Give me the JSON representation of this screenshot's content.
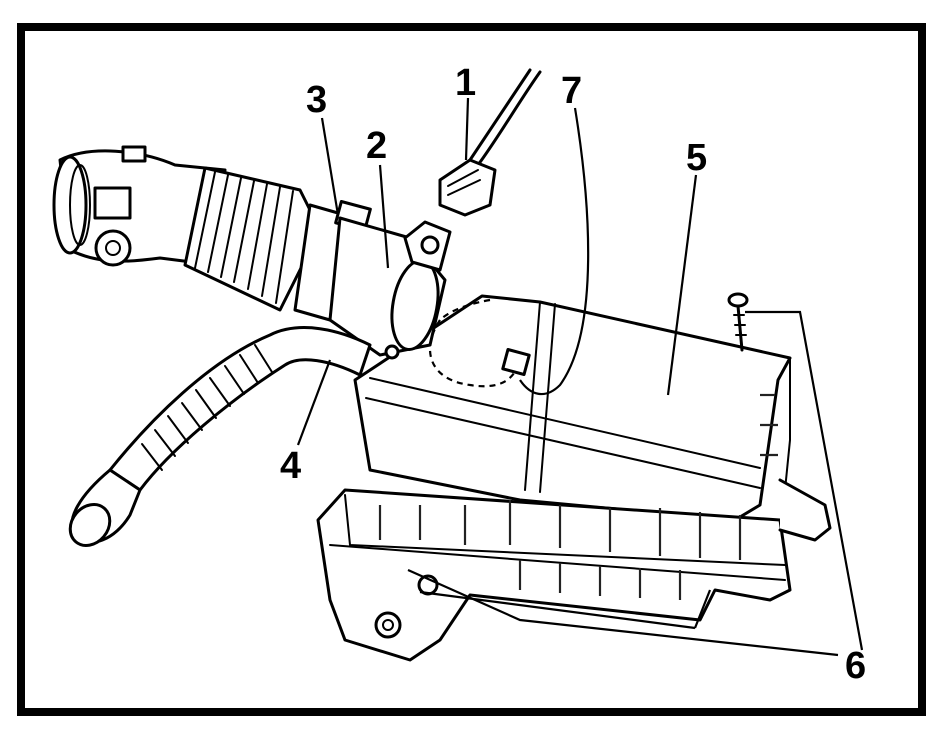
{
  "diagram": {
    "colors": {
      "ink": "#000000",
      "paper": "#ffffff"
    },
    "callouts": [
      {
        "id": "1",
        "label": "1"
      },
      {
        "id": "2",
        "label": "2"
      },
      {
        "id": "3",
        "label": "3"
      },
      {
        "id": "4",
        "label": "4"
      },
      {
        "id": "5",
        "label": "5"
      },
      {
        "id": "6",
        "label": "6"
      },
      {
        "id": "7",
        "label": "7"
      }
    ]
  }
}
